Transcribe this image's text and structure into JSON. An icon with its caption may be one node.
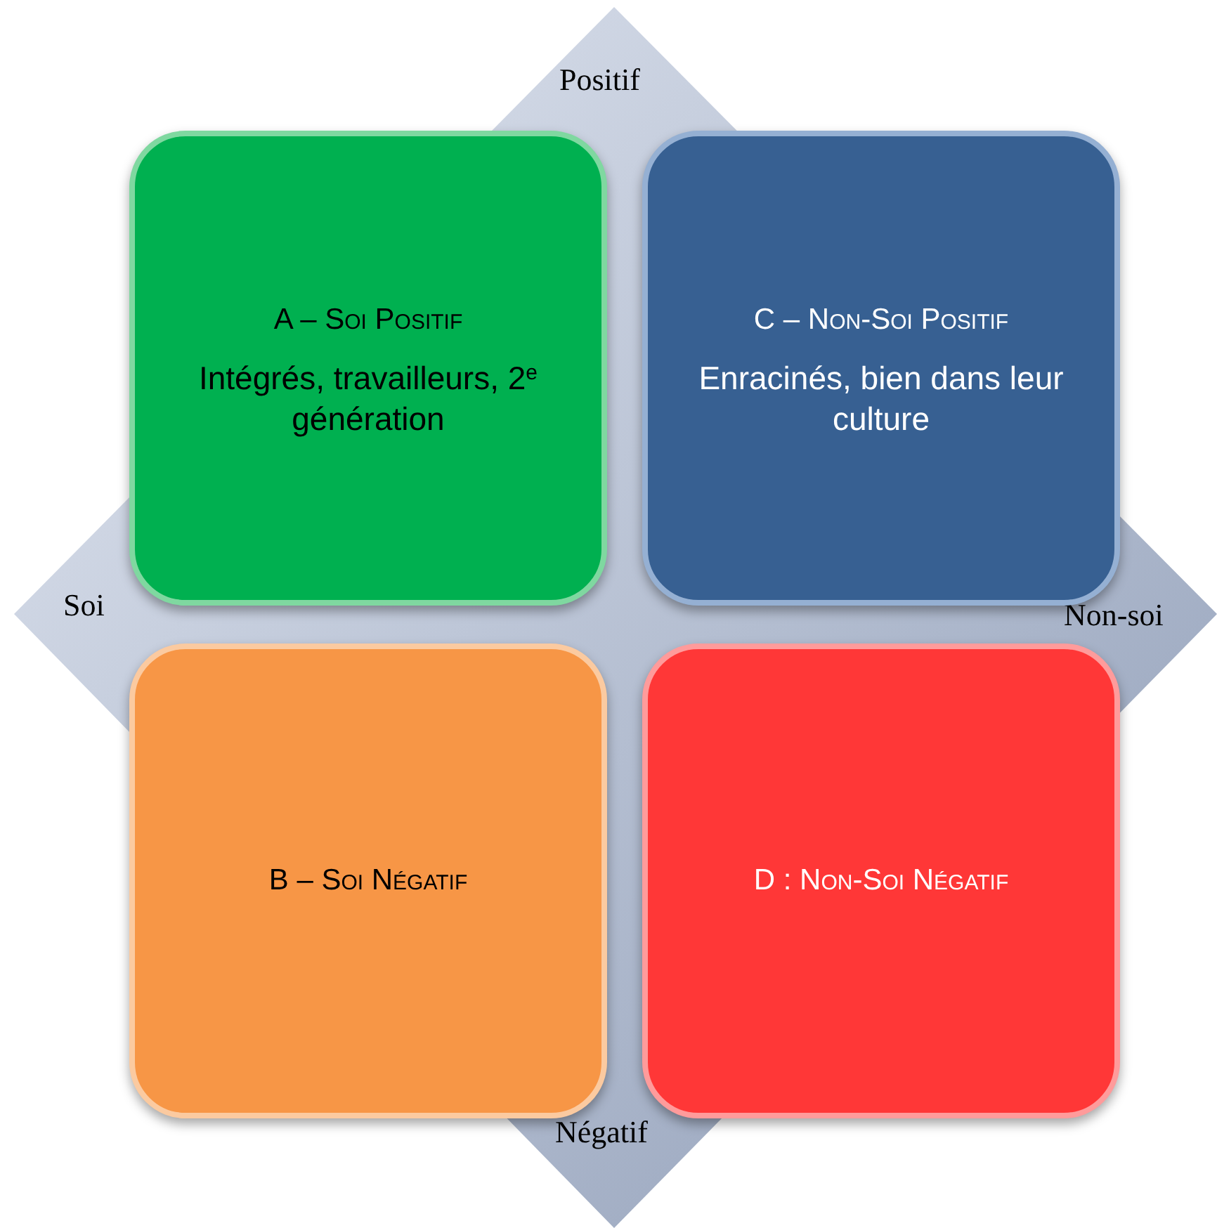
{
  "diagram": {
    "nodes": [
      {
        "text": [
          "A – Soi Positif",
          "Intégrés, travailleurs, 2$^{e}$ génération"
        ]
      },
      {
        "text": [
          "C – Non-Soi Positif",
          "Enracinés, bien dans leur culture"
        ]
      },
      {
        "text": [
          "B – Soi Négatif"
        ]
      },
      {
        "text": [
          "D : Non-Soi Négatif"
        ]
      }
    ],
    "labels": [
      "Positif",
      "Soi",
      "Non-soi",
      "Négatif"
    ]
  }
}
